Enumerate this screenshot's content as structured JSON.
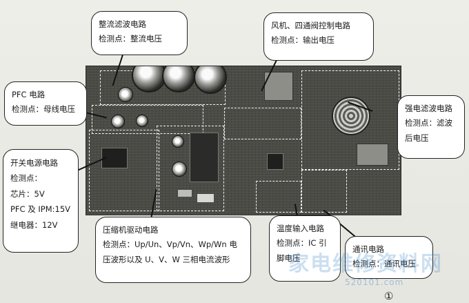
{
  "callouts": {
    "rectifier": {
      "title": "整流滤波电路",
      "point": "检测点：整流电压"
    },
    "fan_valve": {
      "title": "风机、四通阀控制电路",
      "point": "检测点：输出电压"
    },
    "pfc": {
      "title": "PFC 电路",
      "point": "检测点：母线电压"
    },
    "emi": {
      "title": "强电滤波电路",
      "point": "检测点：滤波",
      "point2": "后电压"
    },
    "switching": {
      "title": "开关电源电路",
      "point": "检测点：",
      "chip": "芯片：5V",
      "pfc_ipm": "PFC 及 IPM:15V",
      "relay": "继电器：12V"
    },
    "compressor": {
      "title": "压缩机驱动电路",
      "point": "检测点：Up/Un、Vp/Vn、Wp/Wn 电",
      "point2": "压波形以及 U、V、W 三相电流波形"
    },
    "temperature": {
      "title": "温度输入电路",
      "point": "检测点：IC 引",
      "point2": "脚电压"
    },
    "communication": {
      "title": "通讯电路",
      "point": "检测点：通讯电压"
    }
  },
  "figure_number": "①",
  "watermark": {
    "text": "家电维修资料网",
    "url": "520101.com"
  }
}
